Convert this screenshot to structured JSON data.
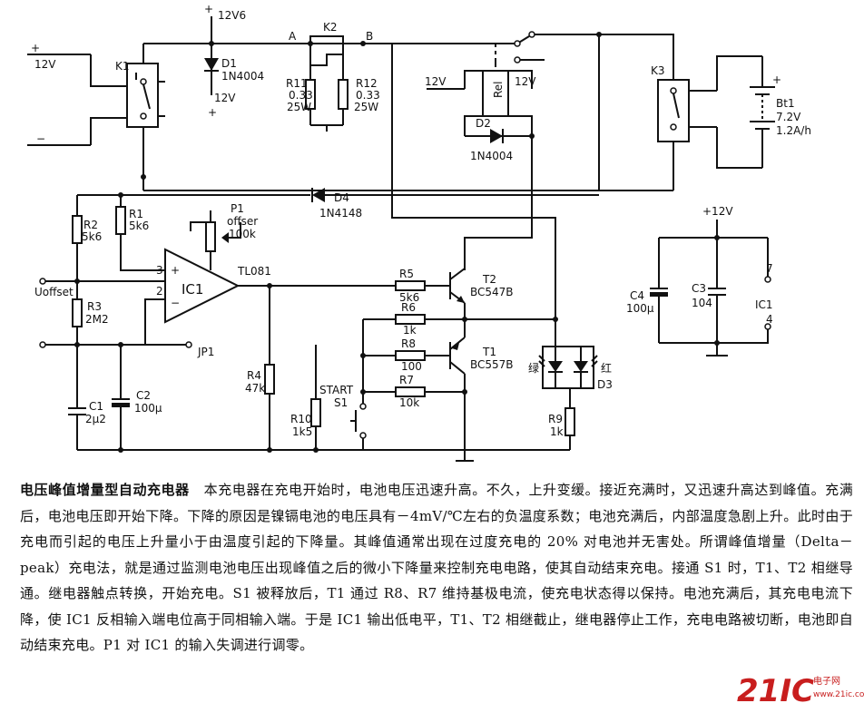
{
  "diagram": {
    "supply_in": {
      "plus": "+",
      "voltage": "12V",
      "minus": "−"
    },
    "relays": {
      "k1": "K1",
      "k2": "K2",
      "k3": "K3",
      "rel": "Rel"
    },
    "nodes": {
      "a": "A",
      "b": "B"
    },
    "d1": {
      "name": "D1",
      "part": "1N4004",
      "top_plus": "+",
      "top_label": "12V6",
      "bot_plus": "+",
      "bot_label": "12V"
    },
    "r11": {
      "name": "R11",
      "value": "0.33",
      "power": "25W"
    },
    "r12": {
      "name": "R12",
      "value": "0.33",
      "power": "25W"
    },
    "v12_rel": "12V",
    "v12_rel2": "12V",
    "d2": {
      "name": "D2",
      "part": "1N4004"
    },
    "d4": {
      "name": "D4",
      "part": "1N4148"
    },
    "battery": {
      "name": "Bt1",
      "voltage": "7.2V",
      "capacity": "1.2A/h",
      "plus": "+"
    },
    "r1": {
      "name": "R1",
      "value": "5k6"
    },
    "r2": {
      "name": "R2",
      "value": "5k6"
    },
    "r3": {
      "name": "R3",
      "value": "2M2"
    },
    "r4": {
      "name": "R4",
      "value": "47k"
    },
    "r5": {
      "name": "R5",
      "value": "5k6"
    },
    "r6": {
      "name": "R6",
      "value": "1k"
    },
    "r7": {
      "name": "R7",
      "value": "10k"
    },
    "r8": {
      "name": "R8",
      "value": "100"
    },
    "r9": {
      "name": "R9",
      "value": "1k"
    },
    "r10": {
      "name": "R10",
      "value": "1k5"
    },
    "p1": {
      "name": "P1",
      "label": "offser",
      "value": "100k"
    },
    "ic1": {
      "name": "IC1",
      "part": "TL081",
      "pin_plus": "3",
      "pin_minus": "2",
      "sign_plus": "+",
      "sign_minus": "−"
    },
    "uoffset": "Uoffset",
    "jp1": "JP1",
    "c1": {
      "name": "C1",
      "value": "2μ2"
    },
    "c2": {
      "name": "C2",
      "value": "100μ"
    },
    "c3": {
      "name": "C3",
      "value": "104"
    },
    "c4": {
      "name": "C4",
      "value": "100μ"
    },
    "t1": {
      "name": "T1",
      "part": "BC557B"
    },
    "t2": {
      "name": "T2",
      "part": "BC547B"
    },
    "s1": {
      "name": "S1",
      "label": "START"
    },
    "d3": {
      "name": "D3",
      "green": "绿",
      "red": "红"
    },
    "ic1_supply": {
      "voltage": "+12V",
      "ic": "IC1",
      "pin7": "7",
      "pin4": "4"
    }
  },
  "caption": {
    "title": "电压峰值增量型自动充电器",
    "body": "本充电器在充电开始时，电池电压迅速升高。不久，上升变缓。接近充满时，又迅速升高达到峰值。充满后，电池电压即开始下降。下降的原因是镍镉电池的电压具有－4mV/℃左右的负温度系数；电池充满后，内部温度急剧上升。此时由于充电而引起的电压上升量小于由温度引起的下降量。其峰值通常出现在过度充电的 20% 对电池并无害处。所谓峰值增量（Delta－peak）充电法，就是通过监测电池电压出现峰值之后的微小下降量来控制充电电路，使其自动结束充电。接通 S1 时，T1、T2 相继导通。继电器触点转换，开始充电。S1 被释放后，T1 通过 R8、R7 维持基极电流，使充电状态得以保持。电池充满后，其充电电流下降，使 IC1 反相输入端电位高于同相输入端。于是 IC1 输出低电平，T1、T2 相继截止，继电器停止工作，充电电路被切断，电池即自动结束充电。P1 对 IC1 的输入失调进行调零。"
  },
  "watermark": {
    "main": "21IC",
    "sub": "电子网",
    "sub2": "www.21ic.com"
  },
  "colors": {
    "line": "#111111",
    "watermark": "#c81e1e"
  }
}
